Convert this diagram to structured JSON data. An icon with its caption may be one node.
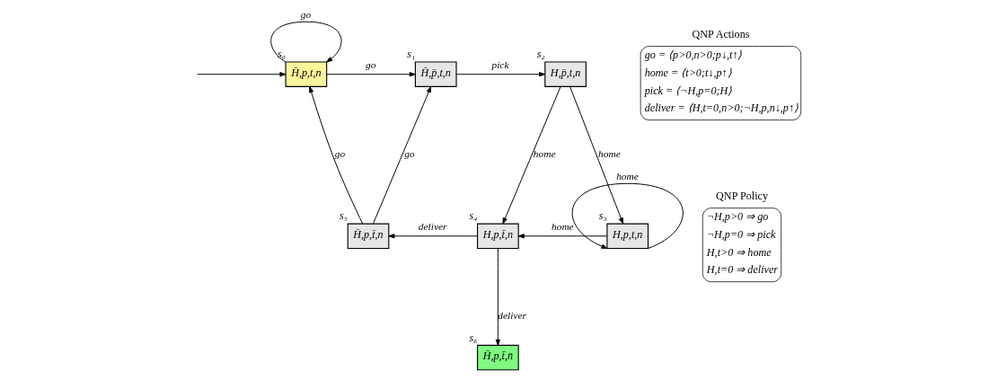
{
  "diagram": {
    "nodes": [
      {
        "text": [
          "H̄,p,t,n"
        ],
        "beside": [
          "s₀"
        ]
      },
      {
        "text": [
          "H̄,p̄,t,n"
        ],
        "beside": [
          "s₁"
        ]
      },
      {
        "text": [
          "H,p̄,t,n"
        ],
        "beside": [
          "s₂"
        ]
      },
      {
        "text": [
          "H,p,t,n"
        ],
        "beside": [
          "s₃"
        ]
      },
      {
        "text": [
          "H,p,t̄,n"
        ],
        "beside": [
          "s₄"
        ]
      },
      {
        "text": [
          "H̄,p,t̄,n"
        ],
        "beside": [
          "s₅"
        ]
      },
      {
        "text": [
          "H̄,p,t̄,n̄"
        ],
        "beside": [
          "s₆"
        ]
      },
      {
        "text": [
          "QNP Actions",
          "go = ⟨p>0,n>0;p↓,t↑⟩",
          "home = ⟨t>0;t↓,p↑⟩",
          "pick = ⟨¬H,p=0;H⟩",
          "deliver = ⟨H,t=0,n>0;¬H,p,n↓,p↑⟩"
        ]
      },
      {
        "text": [
          "QNP Policy",
          "¬H,p>0 ⇒ go",
          "¬H,p=0 ⇒ pick",
          "H,t>0 ⇒ home",
          "H,t=0 ⇒ deliver"
        ]
      }
    ],
    "edges": [
      {
        "from": null,
        "to": 0,
        "arrow": "to"
      },
      {
        "from": 0,
        "to": 0,
        "arrow": "to",
        "label": "go"
      },
      {
        "from": 0,
        "to": 1,
        "arrow": "to",
        "label": "go"
      },
      {
        "from": 1,
        "to": 2,
        "arrow": "to",
        "label": "pick"
      },
      {
        "from": 2,
        "to": 4,
        "arrow": "to",
        "label": "home"
      },
      {
        "from": 2,
        "to": 3,
        "arrow": "to",
        "label": "home"
      },
      {
        "from": 3,
        "to": 3,
        "arrow": "to",
        "label": "home"
      },
      {
        "from": 3,
        "to": 4,
        "arrow": "to",
        "label": "home"
      },
      {
        "from": 4,
        "to": 5,
        "arrow": "to",
        "label": "deliver"
      },
      {
        "from": 4,
        "to": 6,
        "arrow": "to",
        "label": "deliver"
      },
      {
        "from": 5,
        "to": 0,
        "arrow": "to",
        "label": "go"
      },
      {
        "from": 5,
        "to": 1,
        "arrow": "to",
        "label": "go"
      }
    ]
  }
}
